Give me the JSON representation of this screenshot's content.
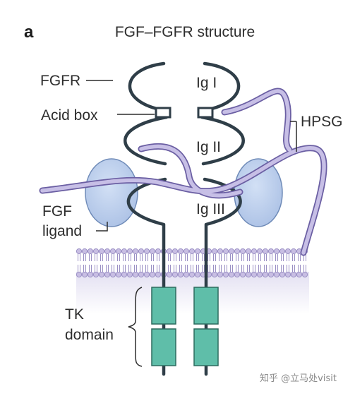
{
  "figure": {
    "panel_letter": "a",
    "title": "FGF–FGFR structure"
  },
  "labels": {
    "fgfr": "FGFR",
    "acid_box": "Acid box",
    "hpsg": "HPSG",
    "ig1": "Ig I",
    "ig2": "Ig II",
    "ig3": "Ig III",
    "fgf_line1": "FGF",
    "fgf_line2": "ligand",
    "tk_line1": "TK",
    "tk_line2": "domain"
  },
  "watermark": "知乎 @立马处visit",
  "colors": {
    "receptor": "#2f3e48",
    "ligand_fill": "#b4c8e8",
    "ligand_stroke": "#6f8bb8",
    "hpsg_fill": "#c7bfe6",
    "hpsg_stroke": "#6b5fa3",
    "membrane_head": "#c8bee3",
    "membrane_tail": "#9a8fc4",
    "kinase_fill": "#5fbea9",
    "kinase_stroke": "#2d6b5f",
    "cytoplasm": "#e8e6f3"
  }
}
